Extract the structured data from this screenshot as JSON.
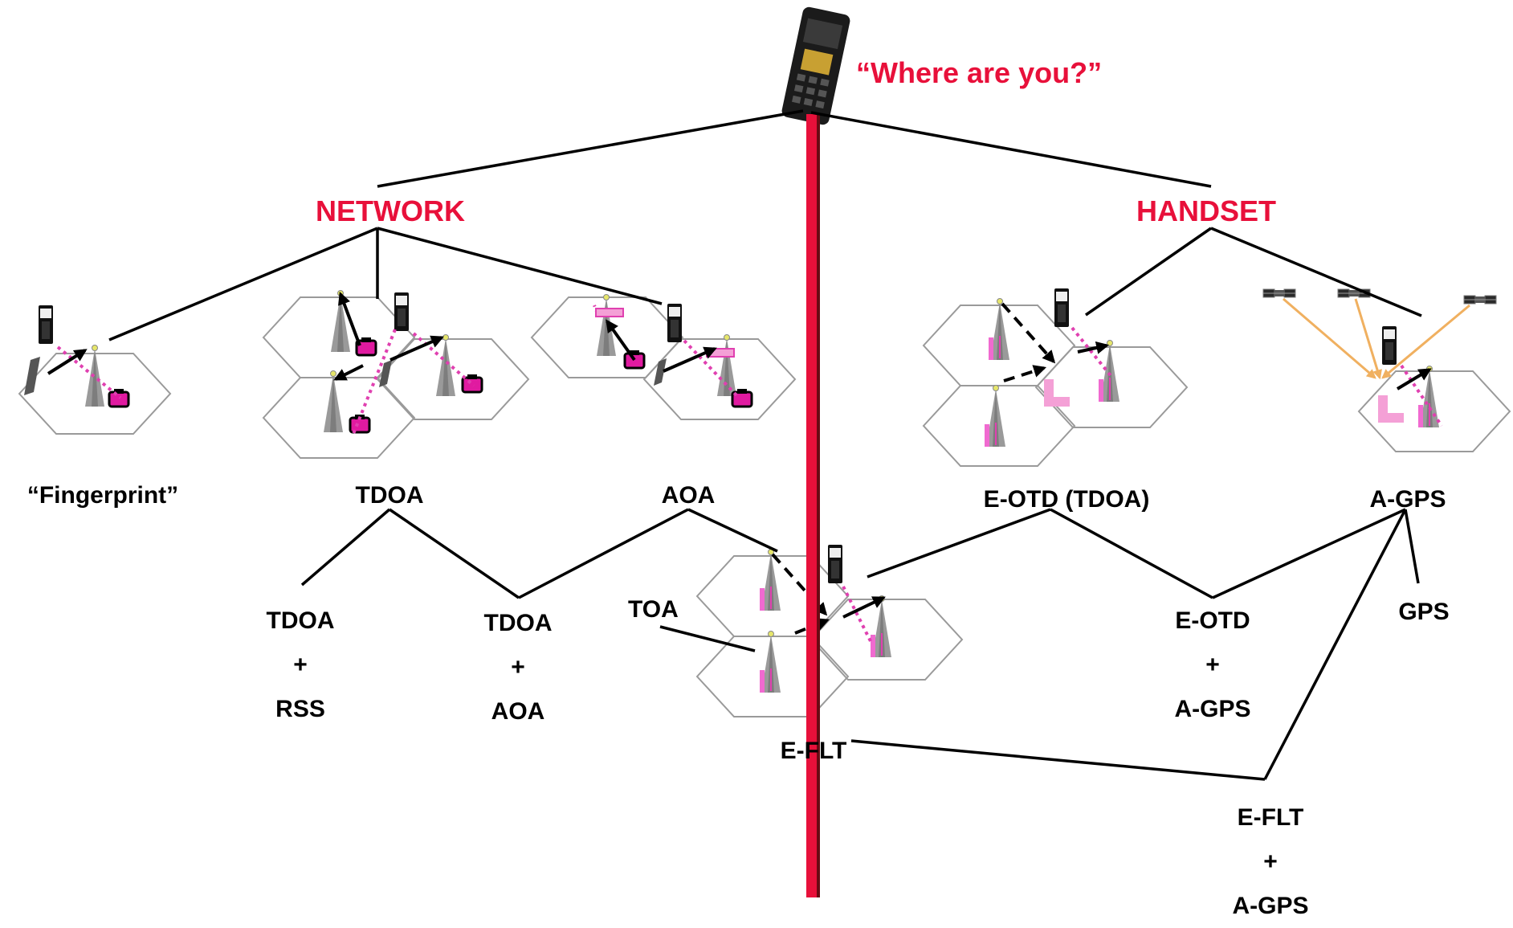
{
  "question": "“Where are you?”",
  "branches": {
    "network": "NETWORK",
    "handset": "HANDSET"
  },
  "methods": {
    "fingerprint": "“Fingerprint”",
    "tdoa": "TDOA",
    "aoa": "AOA",
    "eotd": "E-OTD (TDOA)",
    "agps": "A-GPS"
  },
  "hybrids": {
    "tdoa_rss": [
      "TDOA",
      "+",
      "RSS"
    ],
    "tdoa_aoa": [
      "TDOA",
      "+",
      "AOA"
    ],
    "toa": "TOA",
    "eflt": "E-FLT",
    "eotd_agps": [
      "E-OTD",
      "+",
      "A-GPS"
    ],
    "gps": "GPS",
    "eflt_agps": [
      "E-FLT",
      "+",
      "A-GPS"
    ]
  },
  "colors": {
    "accent": "#e8103a",
    "divider": "#e8103a",
    "handset_link": "#e040b0",
    "gps_signal": "#f0b060"
  }
}
